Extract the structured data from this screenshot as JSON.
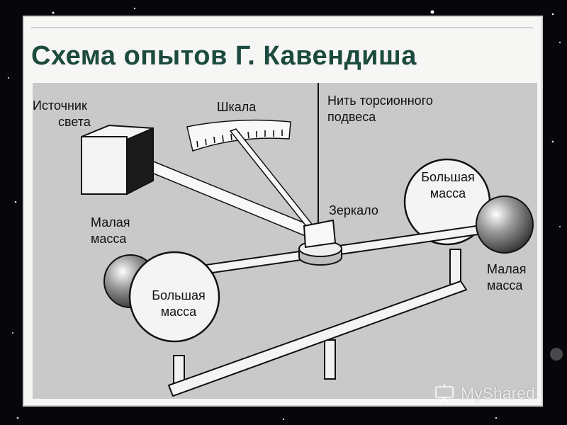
{
  "slide": {
    "title": "Схема опытов Г. Кавендиша"
  },
  "labels": {
    "light_source_1": "Источник",
    "light_source_2": "света",
    "scale": "Шкала",
    "thread_1": "Нить торсионного",
    "thread_2": "подвеса",
    "mirror": "Зеркало",
    "small_mass_left_1": "Малая",
    "small_mass_left_2": "масса",
    "large_mass_right_1": "Большая",
    "large_mass_right_2": "масса",
    "large_mass_left_1": "Большая",
    "large_mass_left_2": "масса",
    "small_mass_right_1": "Малая",
    "small_mass_right_2": "масса"
  },
  "watermark": {
    "text": "MyShared",
    "icon": "projector-icon"
  },
  "colors": {
    "title": "#1c4a3f",
    "diagram_bg": "#c9c9c9",
    "background": "#07070b"
  }
}
